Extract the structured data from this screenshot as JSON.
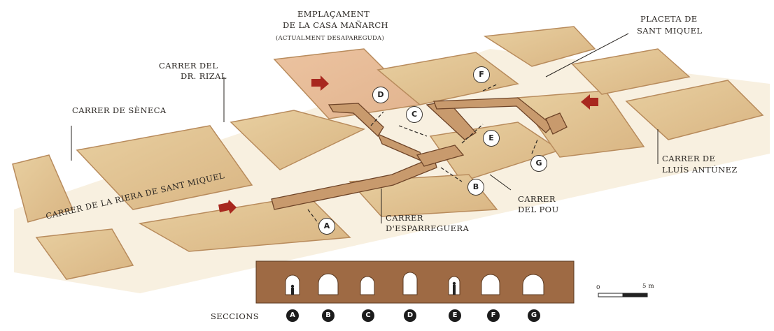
{
  "labels": {
    "emplacament": "EMPLAÇAMENT",
    "casa_manarch": "DE LA CASA MAÑARCH",
    "actualment": "(ACTUALMENT DESAPAREGUDA)",
    "placeta_1": "PLACETA DE",
    "placeta_2": "SANT MIQUEL",
    "rizal_1": "CARRER DEL",
    "rizal_2": "DR. RIZAL",
    "seneca": "CARRER DE SÈNECA",
    "riera": "CARRER DE LA RIERA DE SANT MIQUEL",
    "antunez_1": "CARRER DE",
    "antunez_2": "LLUÍS ANTÚNEZ",
    "pou_1": "CARRER",
    "pou_2": "DEL POU",
    "esparreguera_1": "CARRER",
    "esparreguera_2": "D'ESPARREGUERA",
    "seccions": "SECCIONS"
  },
  "markers": [
    "A",
    "B",
    "C",
    "D",
    "E",
    "F",
    "G"
  ],
  "sections": [
    "A",
    "B",
    "C",
    "D",
    "E",
    "F",
    "G"
  ],
  "scale": {
    "zero": "0",
    "five": "5 m"
  },
  "colors": {
    "block": "#e3c796",
    "street": "#efdcb7",
    "wall": "#c89a6d",
    "wall_dark": "#8f5e3a",
    "section_bg": "#9e6a44",
    "arrow": "#a8281f"
  }
}
